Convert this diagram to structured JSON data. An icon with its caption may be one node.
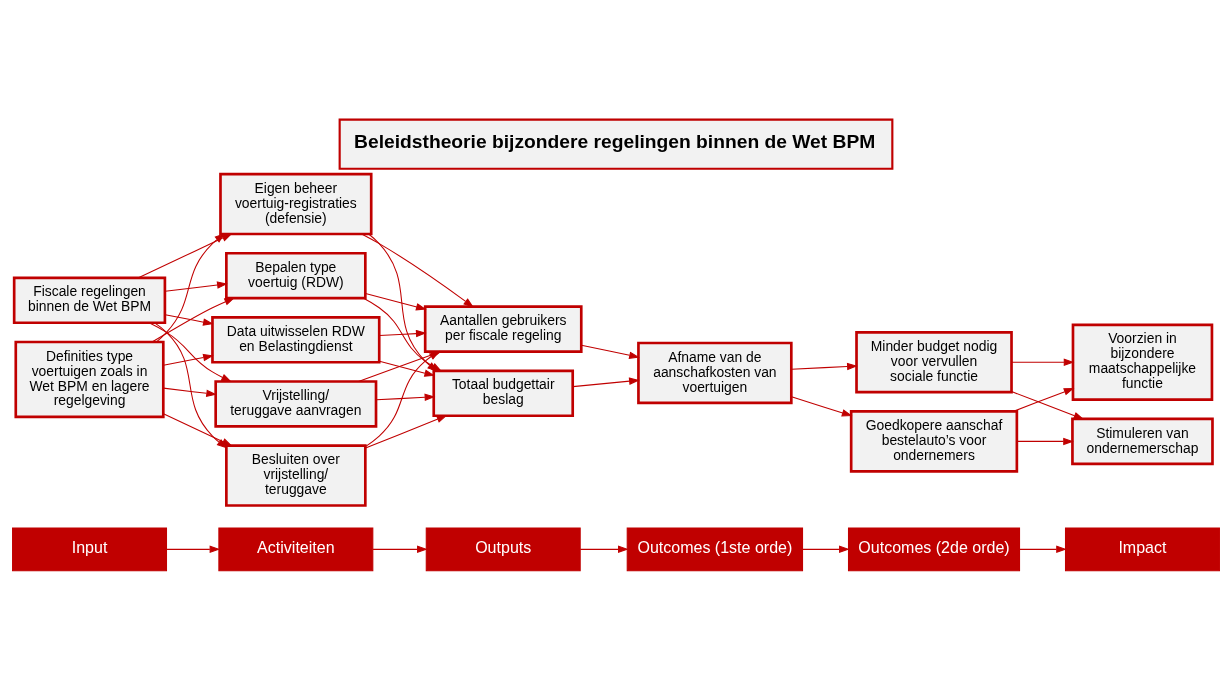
{
  "diagram": {
    "title": "Beleidstheorie bijzondere regelingen binnen de Wet BPM",
    "nodes": [
      {
        "text": [
          "Input"
        ]
      },
      {
        "text": [
          "Activiteiten"
        ]
      },
      {
        "text": [
          "Outputs"
        ]
      },
      {
        "text": [
          "Outcomes (1ste orde)"
        ]
      },
      {
        "text": [
          "Outcomes (2de orde)"
        ]
      },
      {
        "text": [
          "Impact"
        ]
      },
      {
        "text": [
          "Fiscale regelingen binnen de Wet BPM"
        ]
      },
      {
        "text": [
          "Definities type voertuigen zoals in Wet BPM en lagere regelgeving"
        ]
      },
      {
        "text": [
          "Bepalen type voertuig (RDW)"
        ]
      },
      {
        "text": [
          "Data uitwisselen RDW en Belastingdienst"
        ]
      },
      {
        "text": [
          "Vrijstelling/ teruggave aanvragen"
        ]
      },
      {
        "text": [
          "Besluiten over vrijstelling/ teruggave"
        ]
      },
      {
        "text": [
          "Eigen beheer voertuig-registraties (defensie)"
        ]
      },
      {
        "text": [
          "Aantallen gebruikers per fiscale regeling"
        ]
      },
      {
        "text": [
          "Totaal budgettair beslag"
        ]
      },
      {
        "text": [
          "Afname van de aanschafkosten van voertuigen"
        ]
      },
      {
        "text": [
          "Minder budget nodig voor vervullen sociale functie"
        ]
      },
      {
        "text": [
          "Goedkopere aanschaf bestelauto’s voor ondernemers"
        ]
      },
      {
        "text": [
          "Voorzien in bijzondere maatschappelijke functie"
        ]
      },
      {
        "text": [
          "Stimuleren van ondernemerschap"
        ]
      }
    ],
    "edges": [
      {
        "from": 0,
        "to": 1,
        "arrow": "to"
      },
      {
        "from": 1,
        "to": 2,
        "arrow": "to"
      },
      {
        "from": 2,
        "to": 3,
        "arrow": "to"
      },
      {
        "from": 3,
        "to": 4,
        "arrow": "to"
      },
      {
        "from": 4,
        "to": 5,
        "arrow": "to"
      },
      {
        "from": 6,
        "to": 8,
        "arrow": "to"
      },
      {
        "from": 6,
        "to": 9,
        "arrow": "to"
      },
      {
        "from": 6,
        "to": 10,
        "arrow": "to"
      },
      {
        "from": 6,
        "to": 11,
        "arrow": "to"
      },
      {
        "from": 6,
        "to": 12,
        "arrow": "to"
      },
      {
        "from": 7,
        "to": 8,
        "arrow": "to"
      },
      {
        "from": 7,
        "to": 9,
        "arrow": "to"
      },
      {
        "from": 7,
        "to": 10,
        "arrow": "to"
      },
      {
        "from": 7,
        "to": 11,
        "arrow": "to"
      },
      {
        "from": 7,
        "to": 12,
        "arrow": "to"
      },
      {
        "from": 8,
        "to": 13,
        "arrow": "to"
      },
      {
        "from": 8,
        "to": 14,
        "arrow": "to"
      },
      {
        "from": 9,
        "to": 13,
        "arrow": "to"
      },
      {
        "from": 9,
        "to": 14,
        "arrow": "to"
      },
      {
        "from": 10,
        "to": 13,
        "arrow": "to"
      },
      {
        "from": 10,
        "to": 14,
        "arrow": "to"
      },
      {
        "from": 11,
        "to": 13,
        "arrow": "to"
      },
      {
        "from": 11,
        "to": 14,
        "arrow": "to"
      },
      {
        "from": 12,
        "to": 13,
        "arrow": "to"
      },
      {
        "from": 12,
        "to": 14,
        "arrow": "to"
      },
      {
        "from": 13,
        "to": 15,
        "arrow": "to"
      },
      {
        "from": 14,
        "to": 15,
        "arrow": "to"
      },
      {
        "from": 15,
        "to": 16,
        "arrow": "to"
      },
      {
        "from": 15,
        "to": 17,
        "arrow": "to"
      },
      {
        "from": 16,
        "to": 18,
        "arrow": "to"
      },
      {
        "from": 16,
        "to": 19,
        "arrow": "to"
      },
      {
        "from": 17,
        "to": 18,
        "arrow": "to"
      },
      {
        "from": 17,
        "to": 19,
        "arrow": "to"
      }
    ]
  }
}
